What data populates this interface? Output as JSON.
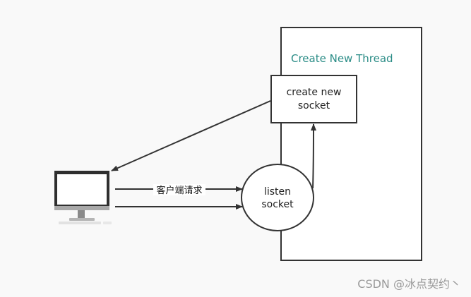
{
  "diagram": {
    "thread_box": {
      "title": "Create New Thread",
      "title_color": "#2a8c86"
    },
    "new_socket_box": {
      "line1": "create new",
      "line2": "socket"
    },
    "listen_socket": {
      "line1": "listen",
      "line2": "socket"
    },
    "request_label": "客户端请求",
    "computer": {
      "icon": "desktop-monitor-icon"
    },
    "colors": {
      "stroke": "#333333",
      "arrow": "#333333",
      "text": "#222222"
    }
  },
  "watermark": "CSDN @冰点契约丶"
}
